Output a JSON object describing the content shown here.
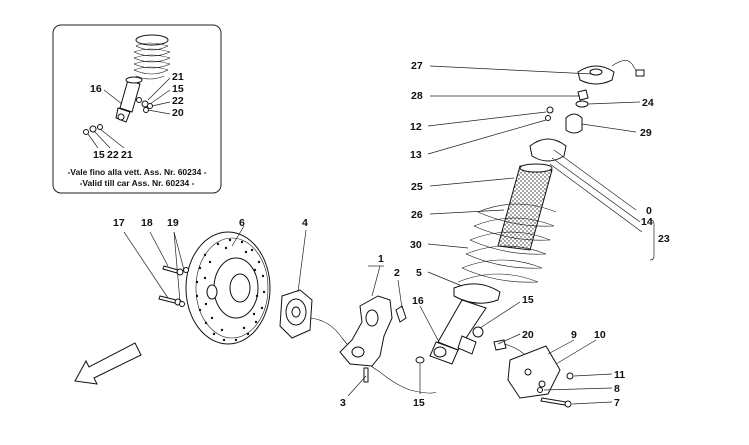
{
  "inset": {
    "note_line1": "-Vale fino alla vett. Ass. Nr. 60234 -",
    "note_line2": "-Valid till car Ass. Nr. 60234 -",
    "labels": {
      "l16": "16",
      "l21a": "21",
      "l15a": "15",
      "l22a": "22",
      "l20": "20",
      "l15b": "15",
      "l22b": "22",
      "l21b": "21"
    }
  },
  "callouts": {
    "c27": "27",
    "c28": "28",
    "c24": "24",
    "c12": "12",
    "c13": "13",
    "c29": "29",
    "c25": "25",
    "c26": "26",
    "c0": "0",
    "c14": "14",
    "c23": "23",
    "c30": "30",
    "c5": "5",
    "c16": "16",
    "c15a": "15",
    "c20": "20",
    "c9": "9",
    "c10": "10",
    "c11": "11",
    "c8": "8",
    "c7": "7",
    "c15b": "15",
    "c3": "3",
    "c1": "1",
    "c2": "2",
    "c4": "4",
    "c6": "6",
    "c17": "17",
    "c18": "18",
    "c19": "19"
  }
}
